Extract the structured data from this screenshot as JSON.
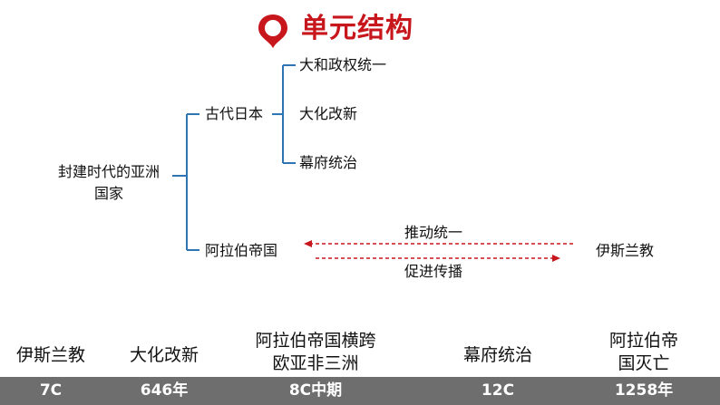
{
  "header": {
    "title": "单元结构",
    "icon": "location-pin-icon",
    "accent_color": "#c8161d"
  },
  "tree": {
    "root": [
      "封建时代的亚洲",
      "国家"
    ],
    "japan": {
      "label": "古代日本",
      "children": [
        "大和政权统一",
        "大化改新",
        "幕府统治"
      ]
    },
    "arab": {
      "label": "阿拉伯帝国"
    },
    "islam": {
      "label": "伊斯兰教"
    },
    "relations": {
      "top": "推动统一",
      "bottom": "促进传播",
      "arrow_color": "#c8161d"
    },
    "line_color": "#2e75b6"
  },
  "timeline": {
    "events": [
      {
        "lines": [
          "伊斯兰教"
        ],
        "date": "7C"
      },
      {
        "lines": [
          "大化改新"
        ],
        "date": "646年"
      },
      {
        "lines": [
          "阿拉伯帝国横跨",
          "欧亚非三洲"
        ],
        "date": "8C中期"
      },
      {
        "lines": [
          "幕府统治"
        ],
        "date": "12C"
      },
      {
        "lines": [
          "阿拉伯帝",
          "国灭亡"
        ],
        "date": "1258年"
      }
    ],
    "bar_color": "#6e6e6e"
  }
}
